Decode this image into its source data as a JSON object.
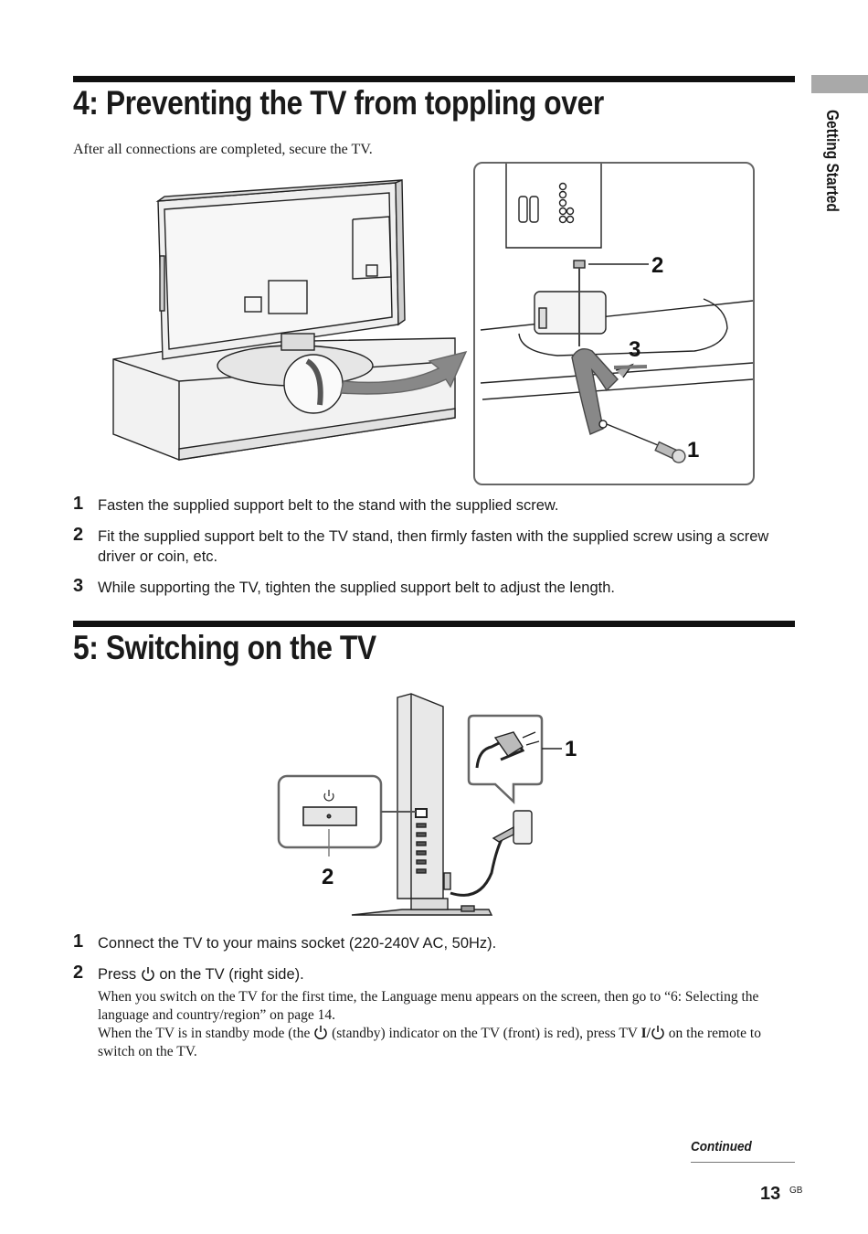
{
  "sidebar": {
    "section_label": "Getting Started"
  },
  "section4": {
    "title": "4: Preventing the TV from toppling over",
    "intro": "After all connections are completed, secure the TV.",
    "callouts": [
      "2",
      "3",
      "1"
    ],
    "steps": [
      {
        "num": "1",
        "text": "Fasten the supplied support belt to the stand with the supplied screw."
      },
      {
        "num": "2",
        "text": "Fit the supplied support belt to the TV stand, then firmly fasten with the supplied screw using a screw driver or coin, etc."
      },
      {
        "num": "3",
        "text": "While supporting the TV, tighten the supplied support belt to adjust the length."
      }
    ]
  },
  "section5": {
    "title": "5: Switching on the TV",
    "callouts": [
      "1",
      "2"
    ],
    "steps": [
      {
        "num": "1",
        "text": "Connect the TV to your mains socket (220-240V AC, 50Hz)."
      },
      {
        "num": "2",
        "text_before": "Press",
        "text_after": "on the TV (right side)."
      }
    ],
    "note1": "When you switch on the TV for the first time, the Language menu appears on the screen, then go to “6: Selecting the language and country/region” on page 14.",
    "note2_a": "When the TV is in standby mode (the",
    "note2_b": "(standby) indicator on the TV (front) is red), press TV",
    "note2_c": "on the remote to switch on the TV.",
    "tv_key_label": "I/"
  },
  "footer": {
    "continued": "Continued",
    "page_number": "13",
    "page_suffix": "GB"
  }
}
